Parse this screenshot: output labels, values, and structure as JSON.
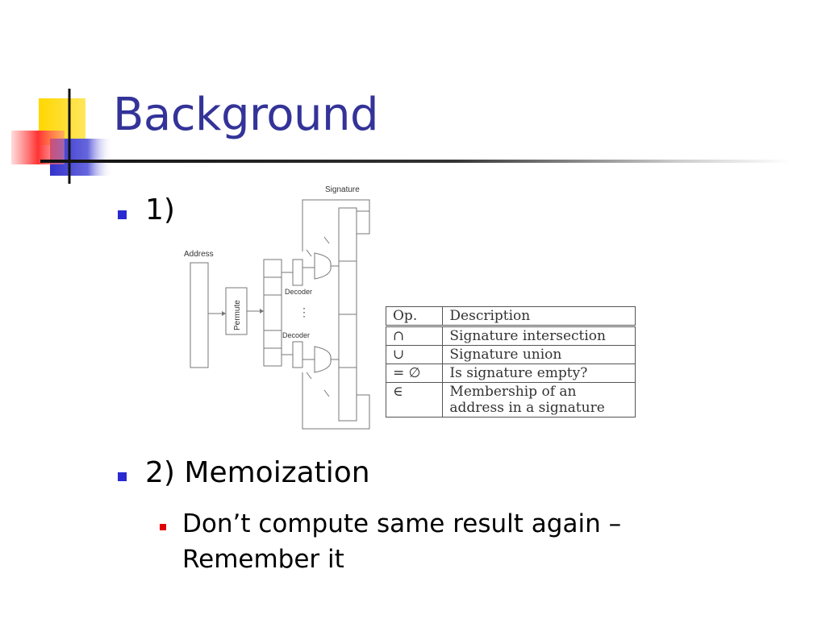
{
  "slide": {
    "title": "Background",
    "bullets": [
      {
        "label": "1)"
      },
      {
        "label": "2) Memoization",
        "sub": [
          "Don’t compute same result again – Remember it"
        ]
      }
    ]
  },
  "figure": {
    "labels": {
      "signature": "Signature",
      "address": "Address",
      "permute": "Permute",
      "decoder1": "Decoder",
      "decoder2": "Decoder",
      "dots": "⋮"
    }
  },
  "ops_table": {
    "headers": [
      "Op.",
      "Description"
    ],
    "rows": [
      [
        "∩",
        "Signature intersection"
      ],
      [
        "∪",
        "Signature union"
      ],
      [
        "= ∅",
        "Is signature empty?"
      ],
      [
        "∈",
        "Membership of an address in a signature"
      ]
    ]
  },
  "colors": {
    "title": "#333399",
    "bullet": "#2a2ad0",
    "sub_bullet": "#e00000",
    "deco_yellow": "#ffd700",
    "deco_red": "#ff4d4d",
    "deco_blue": "#3333cc"
  }
}
